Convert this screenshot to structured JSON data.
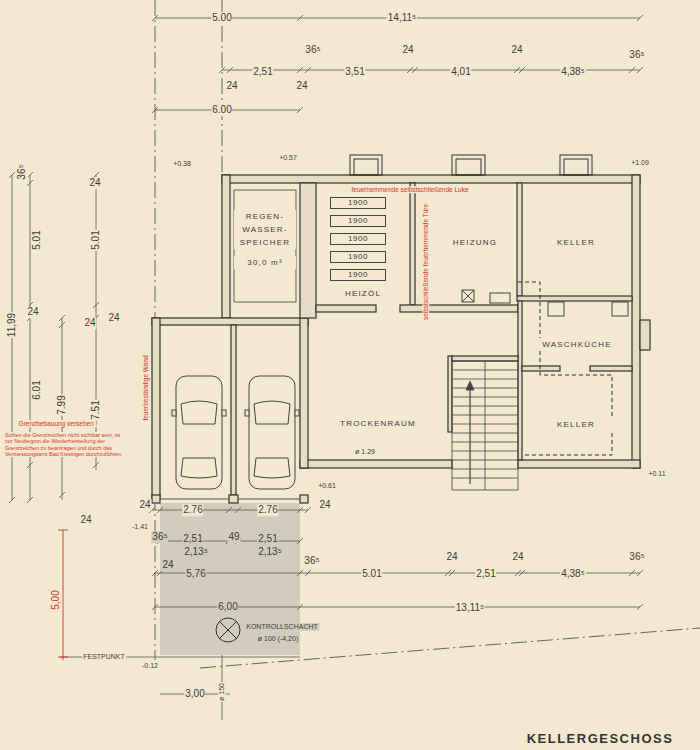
{
  "diagram": {
    "title": "KELLERGESCHOSS",
    "nodes": [
      {
        "text": [
          "REGEN- WASSER- SPEICHER",
          "30,0 m³"
        ]
      },
      {
        "text": [
          "HEIZÖL"
        ]
      },
      {
        "text": [
          "1900"
        ],
        "in": 1
      },
      {
        "text": [
          "1900"
        ],
        "in": 1
      },
      {
        "text": [
          "1900"
        ],
        "in": 1
      },
      {
        "text": [
          "1900"
        ],
        "in": 1
      },
      {
        "text": [
          "1900"
        ],
        "in": 1
      },
      {
        "text": [
          "HEIZUNG"
        ]
      },
      {
        "text": [
          "KELLER"
        ]
      },
      {
        "text": [
          "WASCHKÜCHE"
        ]
      },
      {
        "text": [
          "TROCKENRAUM"
        ]
      },
      {
        "text": [
          "KELLER"
        ]
      }
    ],
    "labels": [
      "5.00",
      "14,11⁵",
      "36⁵",
      "24",
      "24",
      "36⁵",
      "2,51",
      "3,51",
      "4,01",
      "4,38⁵",
      "24",
      "24",
      "6.00",
      "+0.38",
      "+0.57",
      "+1.09",
      "36⁵",
      "24",
      "5.01",
      "5.01",
      "11,99",
      "24",
      "24",
      "24",
      "6.01",
      "7.99",
      "7.51",
      "feuerhemmende selbstschließende Luke",
      "selbstschließende feuerhemmende Türe",
      "feuerbeständige Wand",
      "Grenzbebauung versehen !",
      "Sollten die Grenzzeichen nicht sichtbar sein, ist vor Neubeginn die Wiederherstellung der Grenzzeichen zu beantragen und durch das Vermessungsamt Bad Kissingen durchzuführen.",
      "ø 1.29",
      "+0.11",
      "+0.61",
      "24",
      "2.76",
      "2.76",
      "24",
      "24",
      "-1.41",
      "36⁵",
      "2,51",
      "2,13⁵",
      "49",
      "2,51",
      "2,13⁵",
      "24",
      "5,76",
      "36⁵",
      "5.01",
      "24",
      "2,51",
      "24",
      "4,38⁵",
      "36⁵",
      "6,00",
      "13,11⁵",
      "5,00",
      "KONTROLLSCHACHT",
      "ø 100 (-4,20)",
      "FESTPUNKT",
      "-0.12",
      "ø 150",
      "3,00"
    ]
  }
}
